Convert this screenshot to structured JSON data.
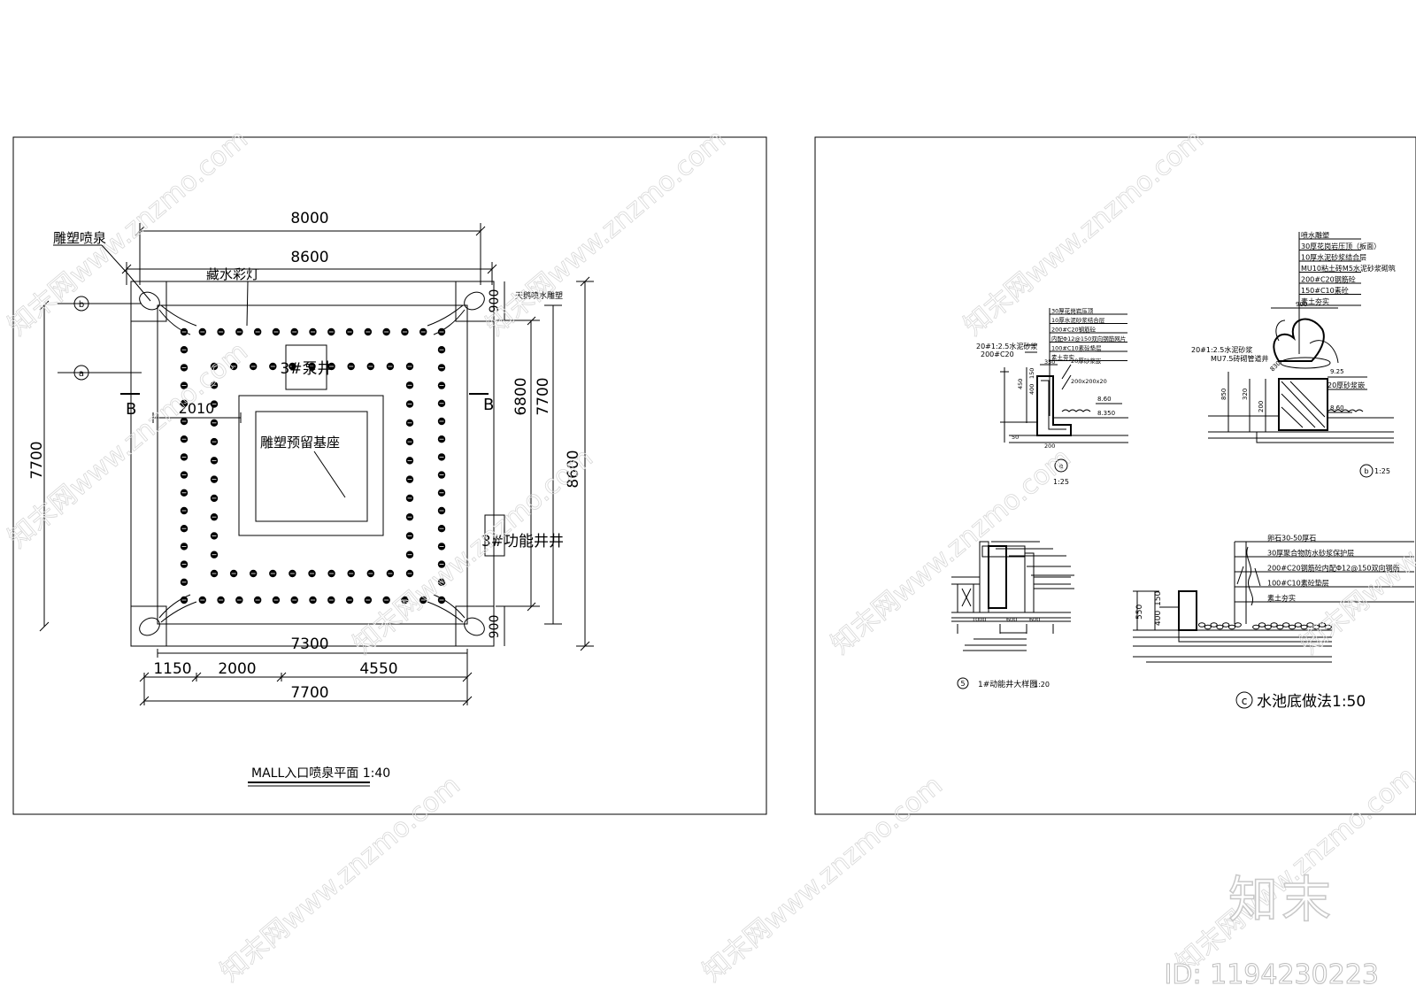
{
  "plan": {
    "dims": {
      "top_inner": "8000",
      "top_outer": "8600",
      "left": "7700",
      "right_a": "6800",
      "right_b": "7700",
      "right_c": "8600",
      "corner_top": "900",
      "corner_bottom": "900",
      "bottom_inner": "7300",
      "seg1": "1150",
      "seg2": "2000",
      "seg3": "4550",
      "bottom_total": "7700",
      "offset": "2010"
    },
    "labels": {
      "sculpture_fountain": "雕塑喷泉",
      "underwater_light": "藏水彩灯",
      "corner_note": "天鹅喷水雕塑",
      "pump_well": "3#泵井",
      "function_well": "3#功能井井",
      "base": "雕塑预留基座",
      "section_left": "B",
      "section_right": "B",
      "marker_b": "b",
      "marker_a": "a"
    },
    "title": "MALL入口喷泉平面 1:40"
  },
  "detail_a": {
    "layers": [
      "30厚花岗岩压顶",
      "10厚水泥砂浆结合层",
      "200#C20钢筋砼",
      "内配Φ12@150双向钢筋网片",
      "100#C10素砼垫层",
      "素土夯实"
    ],
    "left1": "20#1:2.5水泥砂浆",
    "left2": "200#C20",
    "right1": "20厚砂浆嵌",
    "right2": "200x200x20",
    "dim1": "350",
    "dim2": "450",
    "dim3": "400",
    "dim4": "150",
    "dim5": "200",
    "dim6": "50",
    "elev1": "8.60",
    "elev2": "8.350",
    "marker": "a",
    "scale": "1:25"
  },
  "detail_b": {
    "layers": [
      "喷水雕塑",
      "30厚花岗岩压顶（板面）",
      "10厚水泥砂浆结合层",
      "MU10粘土砖M5水泥砂浆砌筑",
      "200#C20钢筋砼",
      "150#C10素砼",
      "素土夯实"
    ],
    "left1": "20#1:2.5水泥砂浆",
    "left2": "MU7.5砖砌管道井",
    "right1": "20厚砂浆嵌",
    "dim_top": "900",
    "dim1": "850",
    "dim2": "320",
    "dim3": "200",
    "dim4": "830",
    "elev1": "9.25",
    "elev2": "8.60",
    "marker": "b",
    "scale": "1:25"
  },
  "detail_5": {
    "dims": [
      "1000",
      "600",
      "600"
    ],
    "marker": "5",
    "title": "1#动能井大样图",
    "scale": "1:20"
  },
  "detail_c": {
    "layers": [
      "卵石30-50厚石",
      "30厚聚合物防水砂浆保护层",
      "200#C20钢筋砼内配Φ12@150双向钢筋",
      "100#C10素砼垫层",
      "素土夯实"
    ],
    "dim1": "550",
    "dim2": "400",
    "dim3": "150",
    "marker": "c",
    "title": "水池底做法1:50"
  },
  "watermark": {
    "text": "知末网www.znzmo.com",
    "brand": "知末",
    "id": "ID: 1194230223"
  }
}
